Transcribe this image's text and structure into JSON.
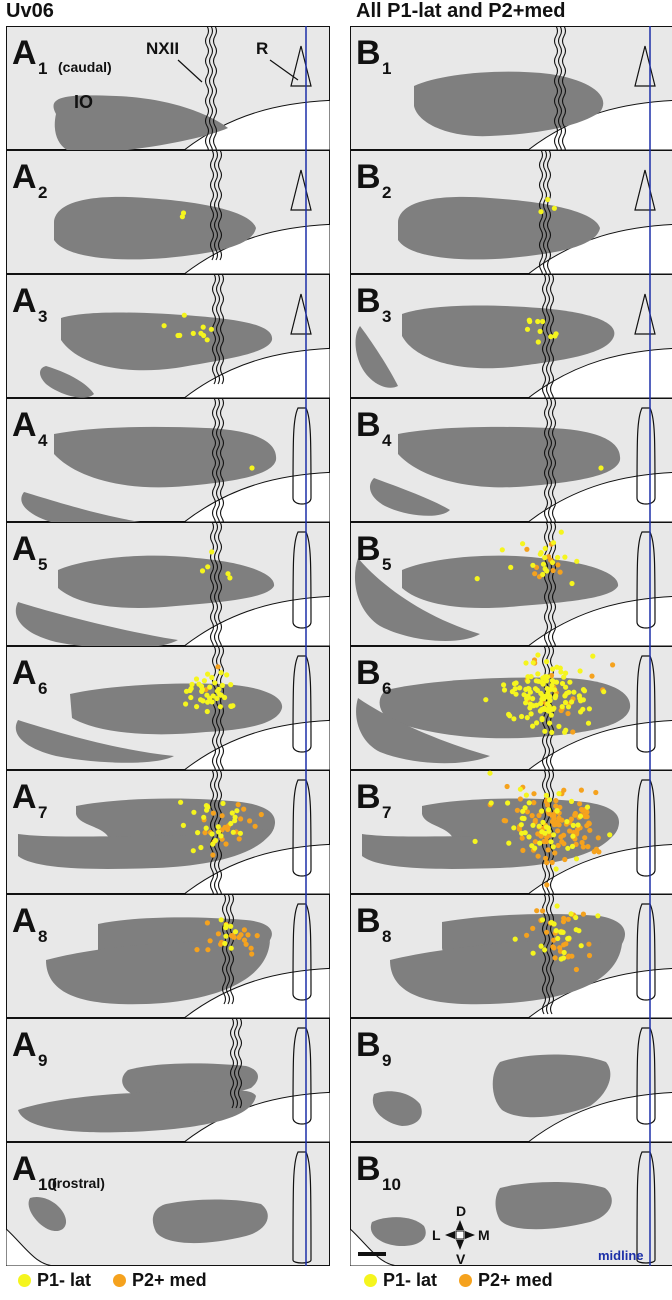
{
  "columns": {
    "a_title": "Uv06",
    "b_title": "All P1-lat and P2+med"
  },
  "panel_letters": {
    "a": "A",
    "b": "B"
  },
  "panel_numbers": [
    "1",
    "2",
    "3",
    "4",
    "5",
    "6",
    "7",
    "8",
    "9",
    "10"
  ],
  "panel_notes": {
    "a1": "(caudal)",
    "a10": "(rostral)"
  },
  "annotations": {
    "nerve": "NXII",
    "raphe": "R",
    "olive": "IO",
    "midline": "midline"
  },
  "orientation": {
    "dorsal": "D",
    "ventral": "V",
    "lateral": "L",
    "medial": "M"
  },
  "legend": [
    {
      "label": "P1- lat",
      "color": "#f5f51e"
    },
    {
      "label": "P2+ med",
      "color": "#f5a21e"
    }
  ],
  "colors": {
    "background": "#e8e8e8",
    "nucleus": "#7f7f7f",
    "midline": "#1c2fa8",
    "p1": "#f5f51e",
    "p2": "#f5a21e"
  },
  "cell_counts": {
    "a": [
      {
        "p1": 0,
        "p2": 0
      },
      {
        "p1": 2,
        "p2": 0
      },
      {
        "p1": 10,
        "p2": 0
      },
      {
        "p1": 1,
        "p2": 0
      },
      {
        "p1": 5,
        "p2": 0
      },
      {
        "p1": 40,
        "p2": 2
      },
      {
        "p1": 25,
        "p2": 22
      },
      {
        "p1": 8,
        "p2": 20
      },
      {
        "p1": 0,
        "p2": 0
      },
      {
        "p1": 0,
        "p2": 0
      }
    ],
    "b": [
      {
        "p1": 0,
        "p2": 0
      },
      {
        "p1": 3,
        "p2": 0
      },
      {
        "p1": 10,
        "p2": 0
      },
      {
        "p1": 1,
        "p2": 0
      },
      {
        "p1": 20,
        "p2": 10
      },
      {
        "p1": 120,
        "p2": 20
      },
      {
        "p1": 50,
        "p2": 110
      },
      {
        "p1": 25,
        "p2": 30
      },
      {
        "p1": 0,
        "p2": 0
      },
      {
        "p1": 0,
        "p2": 0
      }
    ]
  }
}
